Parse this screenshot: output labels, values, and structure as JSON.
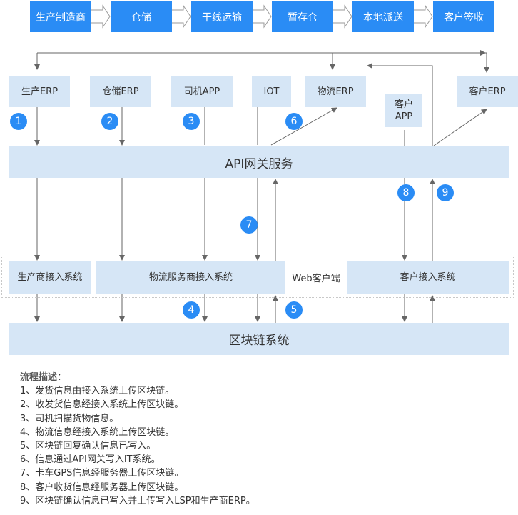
{
  "top_flow": [
    "生产制造商",
    "仓储",
    "干线运输",
    "暂存仓",
    "本地派送",
    "客户签收"
  ],
  "erp_row": {
    "production_erp": "生产ERP",
    "warehouse_erp": "仓储ERP",
    "driver_app": "司机APP",
    "iot": "IOT",
    "logistics_erp": "物流ERP",
    "customer_app": "客户\nAPP",
    "customer_erp": "客户ERP"
  },
  "api_gateway": "API网关服务",
  "access_row": {
    "producer_access": "生产商接入系统",
    "logistics_access": "物流服务商接入系统",
    "web_client": "Web客户端",
    "customer_access": "客户接入系统"
  },
  "blockchain": "区块链系统",
  "badges": [
    "1",
    "2",
    "3",
    "4",
    "5",
    "6",
    "7",
    "8",
    "9"
  ],
  "description": {
    "title": "流程描述",
    "colon": "：",
    "items": [
      "1、发货信息由接入系统上传区块链。",
      "2、收发货信息经接入系统上传区块链。",
      "3、司机扫描货物信息。",
      "4、物流信息经接入系统上传区块链。",
      "5、区块链回复确认信息已写入。",
      "6、信息通过API网关写入IT系统。",
      "7、卡车GPS信息经服务器上传区块链。",
      "8、客户收货信息经服务器上传区块链。",
      "9、区块链确认信息已写入并上传写入LSP和生产商ERP。"
    ]
  },
  "colors": {
    "accent": "#2a8cf5",
    "box_fill": "#d6e6f6",
    "line": "#666666"
  }
}
